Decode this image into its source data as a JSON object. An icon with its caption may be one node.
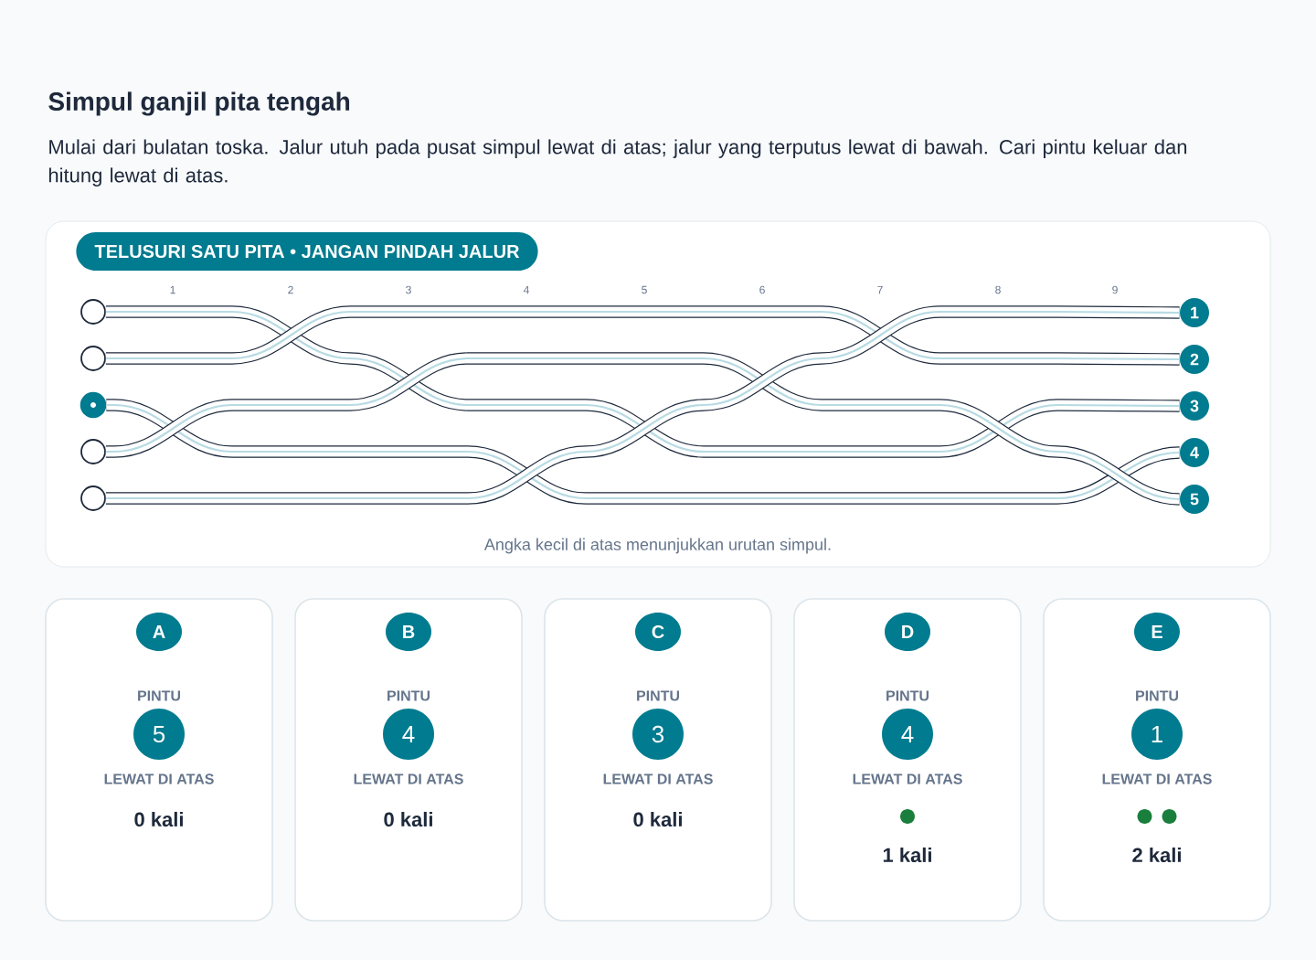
{
  "diagram": {
    "title": "Simpul ganjil pita tengah",
    "nodes": [
      {
        "text": [],
        "shape": "circle"
      },
      {
        "text": [],
        "shape": "circle"
      },
      {
        "text": [],
        "shape": "circle"
      },
      {
        "text": [],
        "shape": "circle"
      },
      {
        "text": [],
        "shape": "circle"
      },
      {
        "text": [
          "1"
        ]
      },
      {
        "text": [
          "2"
        ]
      },
      {
        "text": [
          "3"
        ]
      },
      {
        "text": [
          "4"
        ]
      },
      {
        "text": [
          "5"
        ]
      },
      {
        "text": [
          "PINTU",
          "LEWAT DI ATAS",
          "0 kali"
        ]
      },
      {
        "text": [
          "A"
        ],
        "in": 10
      },
      {
        "text": [
          "5"
        ],
        "in": 10
      },
      {
        "text": [
          "PINTU",
          "LEWAT DI ATAS",
          "0 kali"
        ]
      },
      {
        "text": [
          "B"
        ],
        "in": 13
      },
      {
        "text": [
          "4"
        ],
        "in": 13
      },
      {
        "text": [
          "PINTU",
          "LEWAT DI ATAS",
          "0 kali"
        ]
      },
      {
        "text": [
          "C"
        ],
        "in": 16
      },
      {
        "text": [
          "3"
        ],
        "in": 16
      },
      {
        "text": [
          "PINTU",
          "LEWAT DI ATAS",
          "1 kali"
        ]
      },
      {
        "text": [
          "D"
        ],
        "in": 19
      },
      {
        "text": [
          "4"
        ],
        "in": 19
      },
      {
        "text": [
          "PINTU",
          "LEWAT DI ATAS",
          "2 kali"
        ]
      },
      {
        "text": [
          "E"
        ],
        "in": 22
      },
      {
        "text": [
          "1"
        ],
        "in": 22
      }
    ],
    "edges": [
      {
        "from": 0,
        "to": 7,
        "arrow": "none"
      },
      {
        "from": 1,
        "to": 6,
        "arrow": "none"
      },
      {
        "from": 2,
        "to": 8,
        "arrow": "none"
      },
      {
        "from": 3,
        "to": 9,
        "arrow": "none"
      },
      {
        "from": 4,
        "to": 5,
        "arrow": "none"
      }
    ],
    "labels": [
      "Mulai dari bulatan toska. Jalur utuh pada pusat simpul lewat di atas; jalur yang terputus lewat di bawah. Cari pintu keluar dan hitung lewat di atas.",
      "TELUSURI SATU PITA • JANGAN PINDAH JALUR",
      "1",
      "2",
      "3",
      "4",
      "5",
      "6",
      "7",
      "8",
      "9",
      "Angka kecil di atas menunjukkan urutan simpul."
    ]
  }
}
